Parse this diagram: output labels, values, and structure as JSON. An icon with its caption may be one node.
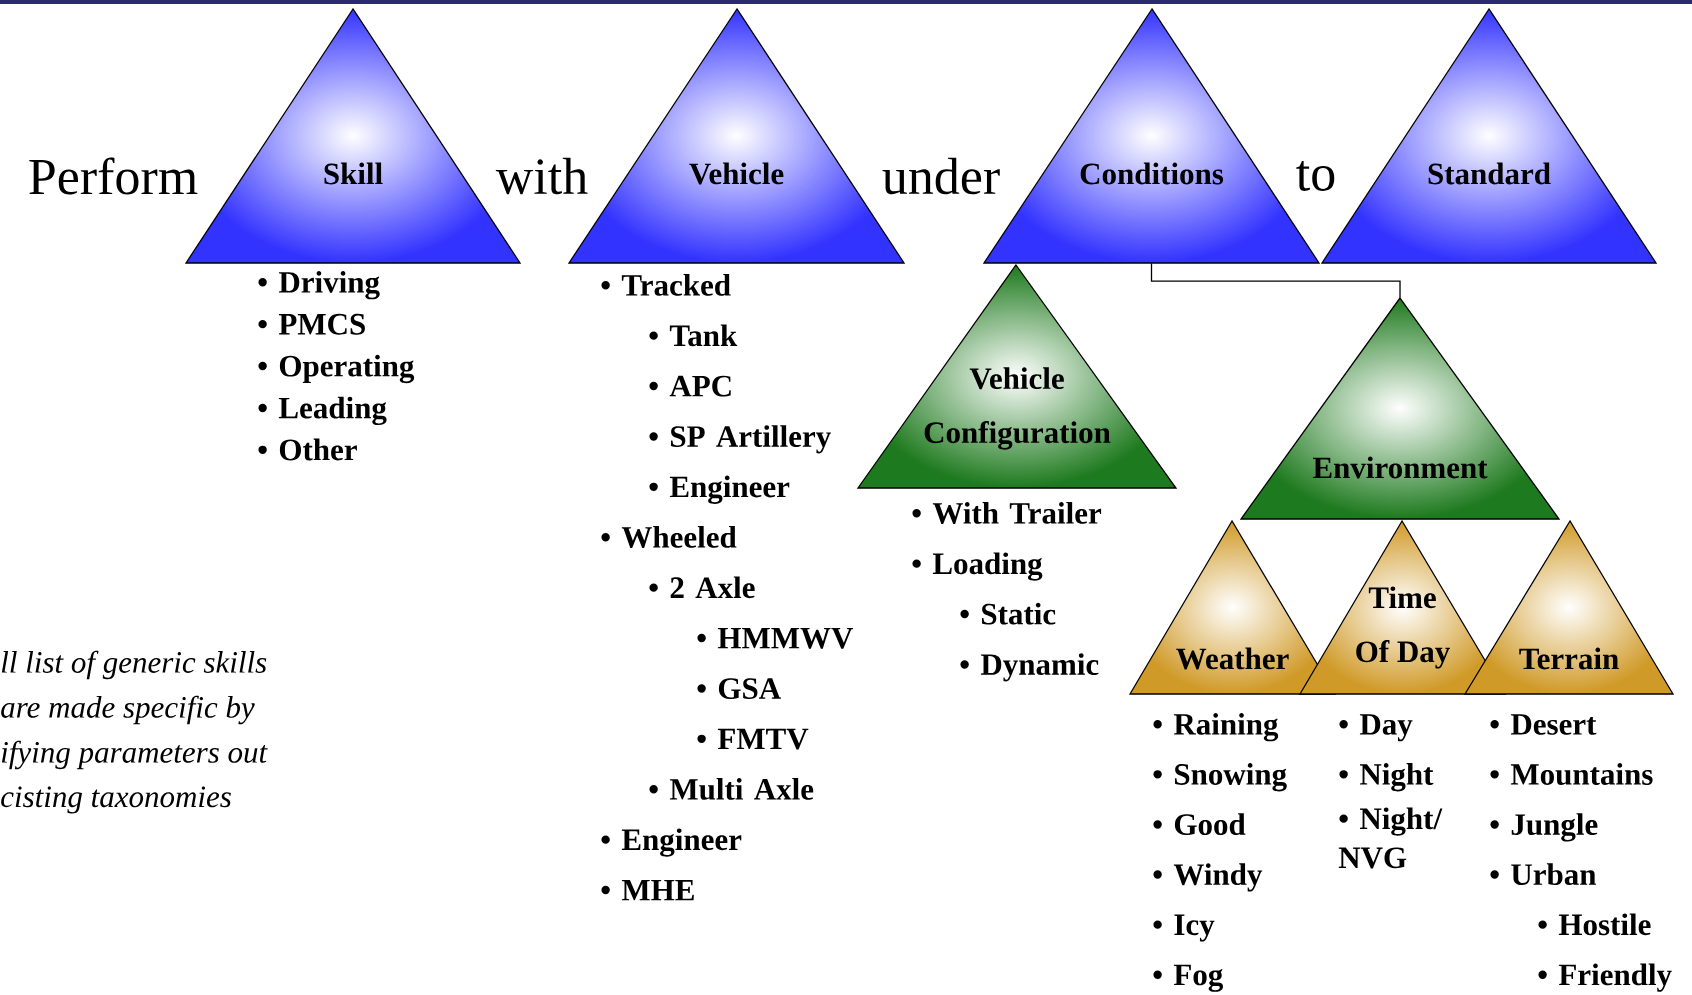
{
  "diagram": {
    "nodes": [
      {
        "text": [
          "Skill"
        ],
        "beside": [
          "• Driving",
          "• PMCS",
          "• Operating",
          "• Leading",
          "• Other"
        ]
      },
      {
        "text": [
          "Vehicle"
        ],
        "beside": [
          "• Tracked",
          "• Tank",
          "• APC",
          "• SP Artillery",
          "• Engineer",
          "• Wheeled",
          "• 2 Axle",
          "• HMMWV",
          "• GSA",
          "• FMTV",
          "• Multi Axle",
          "• Engineer",
          "• MHE"
        ]
      },
      {
        "text": [
          "Conditions"
        ]
      },
      {
        "text": [
          "Standard"
        ]
      },
      {
        "text": [
          "Vehicle Configuration"
        ],
        "beside": [
          "• With Trailer",
          "• Loading",
          "• Static",
          "• Dynamic"
        ]
      },
      {
        "text": [
          "Environment"
        ]
      },
      {
        "text": [
          "Weather"
        ],
        "beside": [
          "• Raining",
          "• Snowing",
          "• Good",
          "• Windy",
          "• Icy",
          "• Fog"
        ]
      },
      {
        "text": [
          "Time Of Day"
        ],
        "beside": [
          "• Day",
          "• Night",
          "• Night/ NVG"
        ]
      },
      {
        "text": [
          "Terrain"
        ],
        "beside": [
          "• Desert",
          "• Mountains",
          "• Jungle",
          "• Urban",
          "• Hostile",
          "• Friendly"
        ]
      }
    ],
    "edges": [
      {
        "from": 2,
        "to": 5,
        "arrow": "none"
      }
    ],
    "labels": [
      "Perform",
      "with",
      "under",
      "to",
      "ll list of generic skills",
      "are made specific by",
      "ifying parameters out",
      "cisting taxonomies"
    ]
  }
}
